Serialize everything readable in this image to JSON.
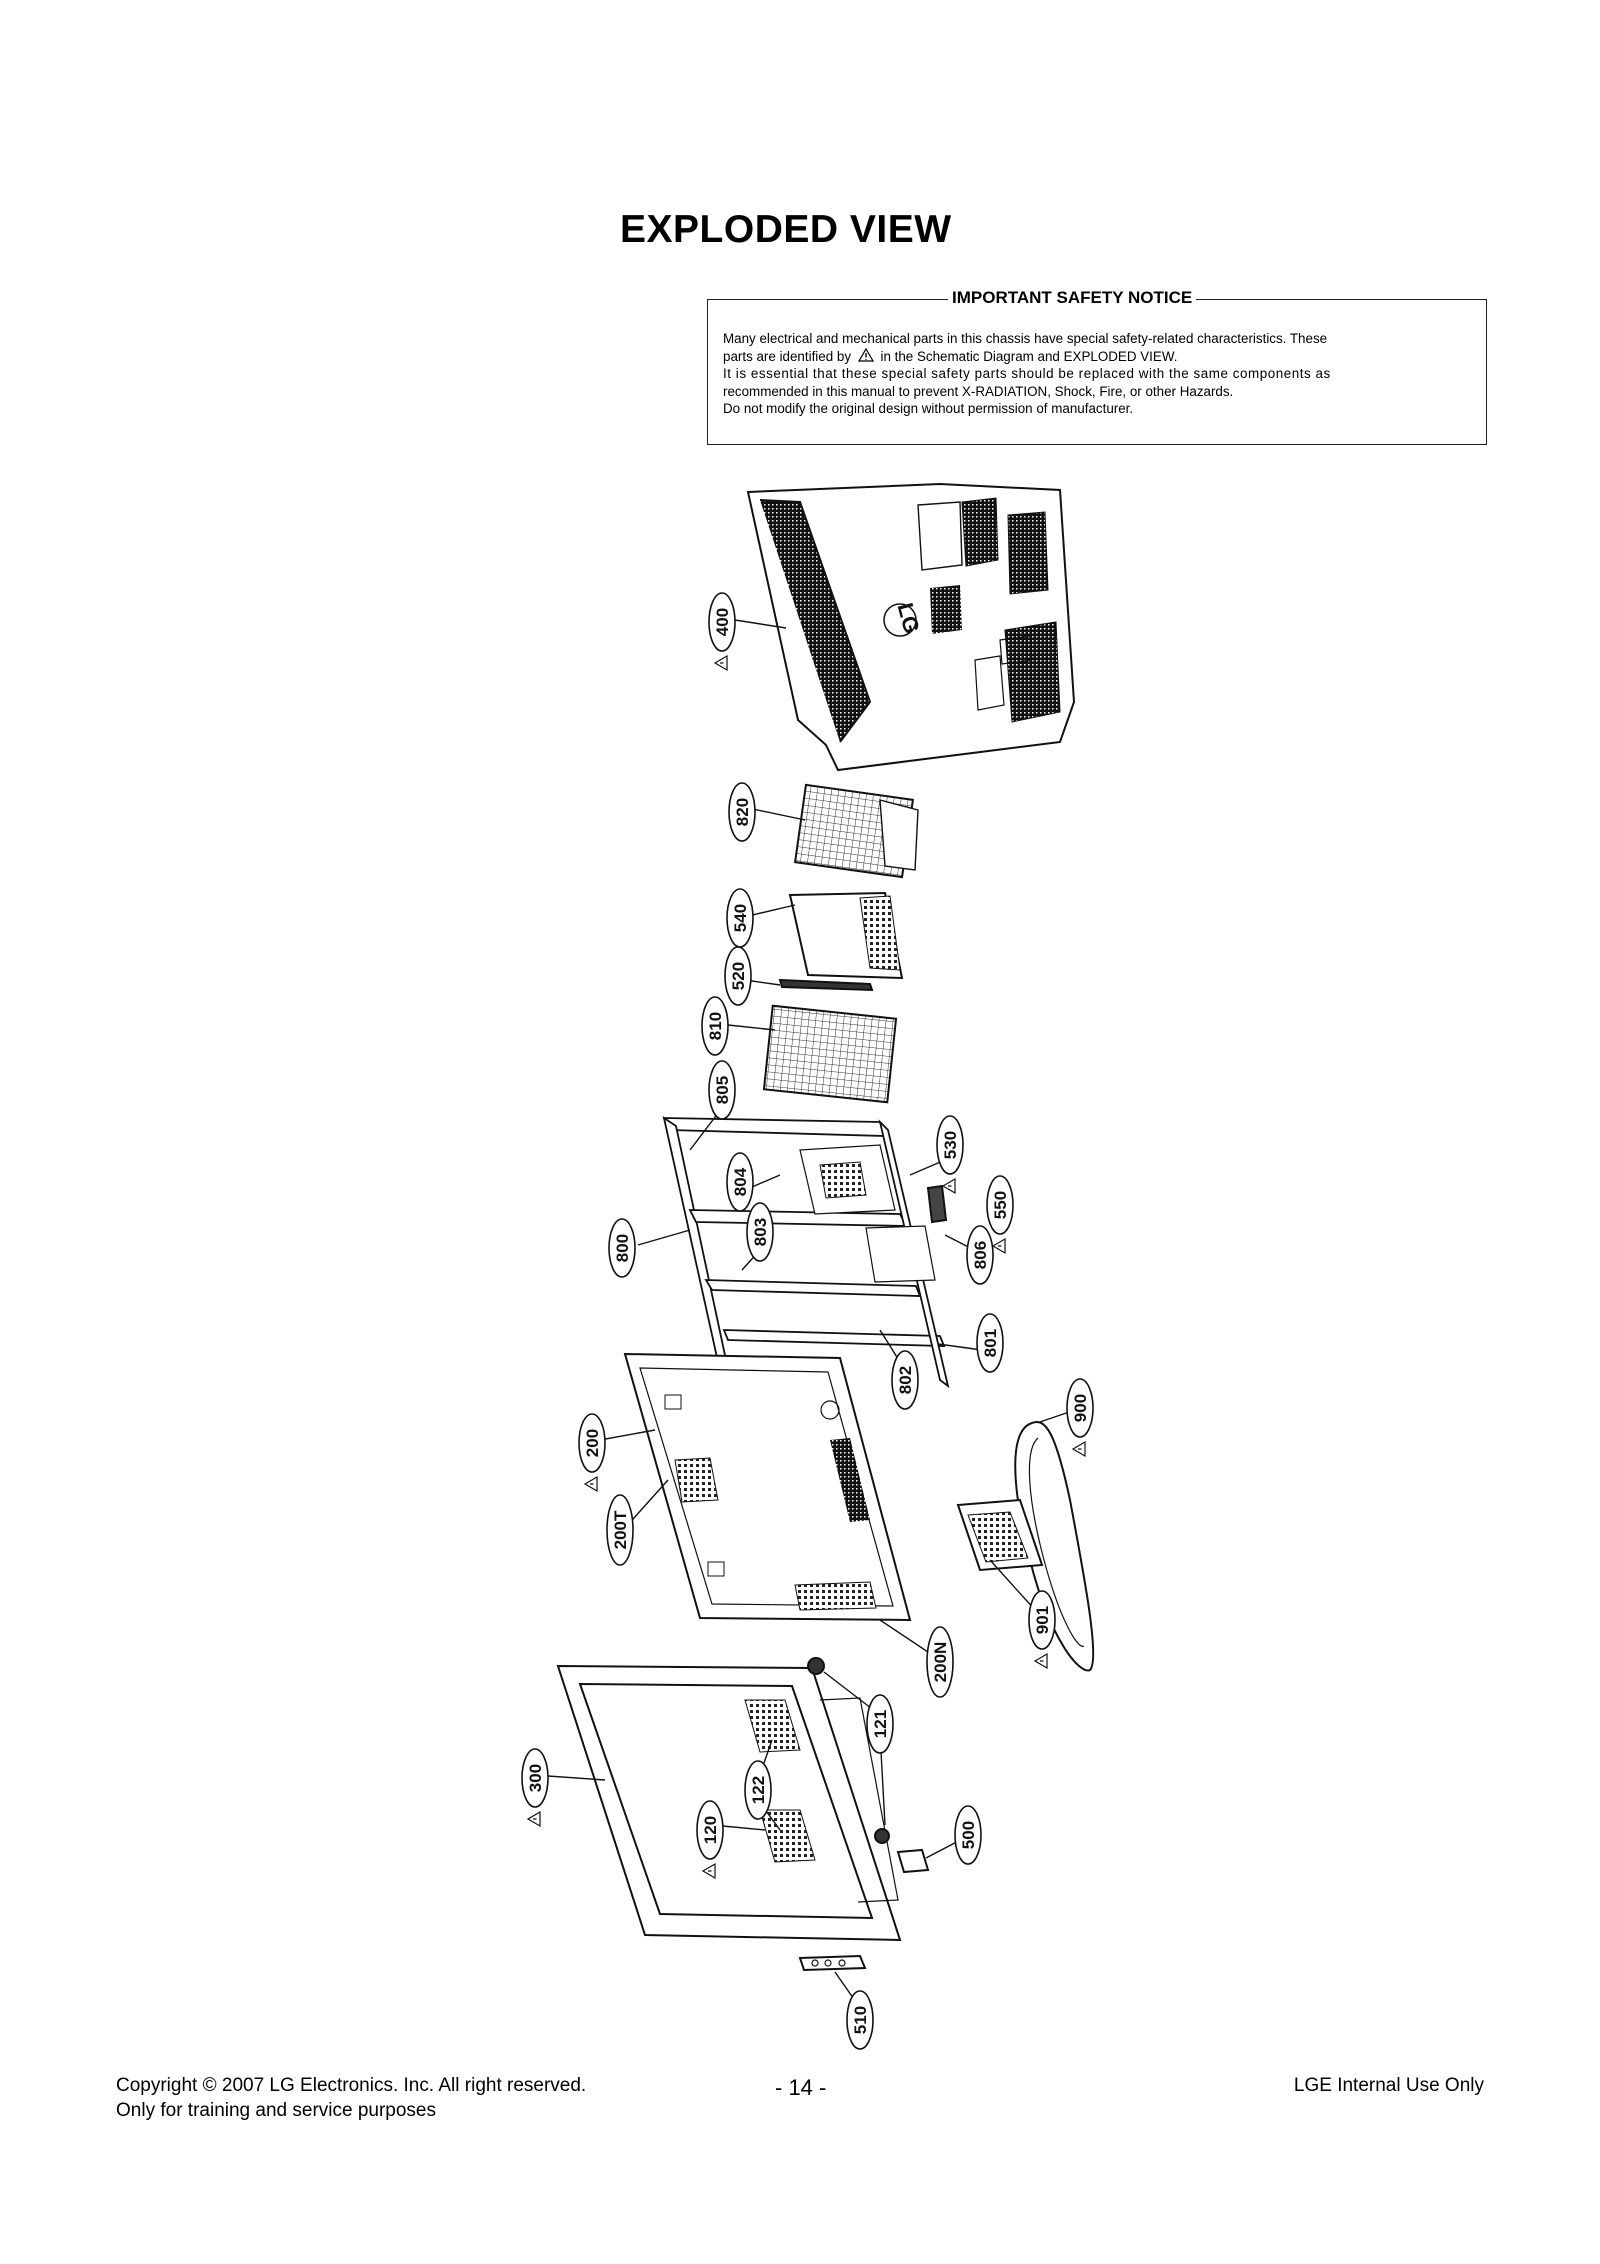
{
  "page": {
    "title": "EXPLODED VIEW"
  },
  "safety_notice": {
    "heading": "IMPORTANT SAFETY NOTICE",
    "line1": "Many electrical and mechanical parts in this chassis have special safety-related characteristics. These",
    "line2a": "parts are identified by",
    "line2b": "in the Schematic Diagram and EXPLODED VIEW.",
    "line3": "It is essential that these special safety parts should be replaced with the same components as",
    "line4": "recommended in this manual to prevent X-RADIATION, Shock, Fire, or other Hazards.",
    "line5": "Do not modify the original design without permission of manufacturer."
  },
  "diagram": {
    "logo_text": "LG",
    "parts": [
      {
        "number": "400",
        "safety": true
      },
      {
        "number": "820",
        "safety": false
      },
      {
        "number": "540",
        "safety": true
      },
      {
        "number": "520",
        "safety": false
      },
      {
        "number": "810",
        "safety": false
      },
      {
        "number": "805",
        "safety": false
      },
      {
        "number": "530",
        "safety": true
      },
      {
        "number": "804",
        "safety": false
      },
      {
        "number": "550",
        "safety": true
      },
      {
        "number": "800",
        "safety": false
      },
      {
        "number": "803",
        "safety": false
      },
      {
        "number": "806",
        "safety": false
      },
      {
        "number": "801",
        "safety": false
      },
      {
        "number": "802",
        "safety": false
      },
      {
        "number": "900",
        "safety": true
      },
      {
        "number": "200",
        "safety": true
      },
      {
        "number": "200T",
        "safety": false
      },
      {
        "number": "901",
        "safety": true
      },
      {
        "number": "200N",
        "safety": false
      },
      {
        "number": "121",
        "safety": false
      },
      {
        "number": "300",
        "safety": true
      },
      {
        "number": "122",
        "safety": false
      },
      {
        "number": "120",
        "safety": true
      },
      {
        "number": "500",
        "safety": false
      },
      {
        "number": "510",
        "safety": false
      }
    ]
  },
  "footer": {
    "copyright": "Copyright © 2007 LG Electronics. Inc. All right reserved.",
    "training": "Only for training and service purposes",
    "page_number": "- 14 -",
    "internal": "LGE Internal Use Only"
  }
}
